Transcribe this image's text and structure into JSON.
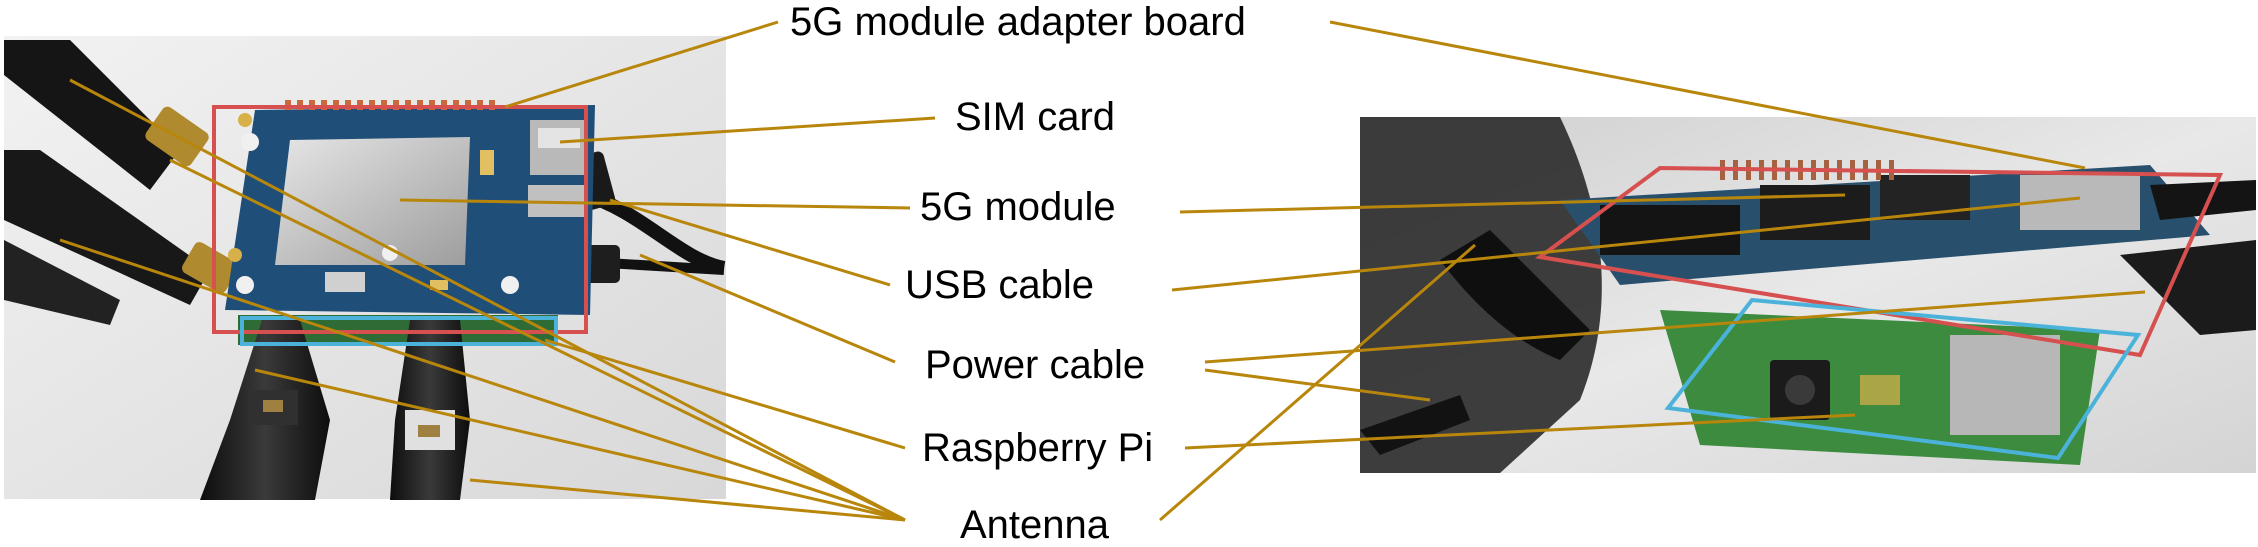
{
  "figure": {
    "labels": {
      "adapter_board": "5G module adapter board",
      "sim_card": "SIM card",
      "module_5g": "5G module",
      "usb_cable": "USB cable",
      "power_cable": "Power cable",
      "raspberry_pi": "Raspberry Pi",
      "antenna": "Antenna"
    },
    "colors": {
      "leader_line": "#B8860B",
      "adapter_outline": "#D65050",
      "raspberry_pi_outline": "#4BB3DA",
      "label_text": "#000000",
      "pcb_board": "#1F4E79",
      "antenna_body": "#1A1A1A"
    },
    "photos": {
      "left": "top view of 5G module adapter board mounted on Raspberry Pi with four antennas",
      "right": "side view of 5G module adapter board stacked on Raspberry Pi"
    }
  }
}
